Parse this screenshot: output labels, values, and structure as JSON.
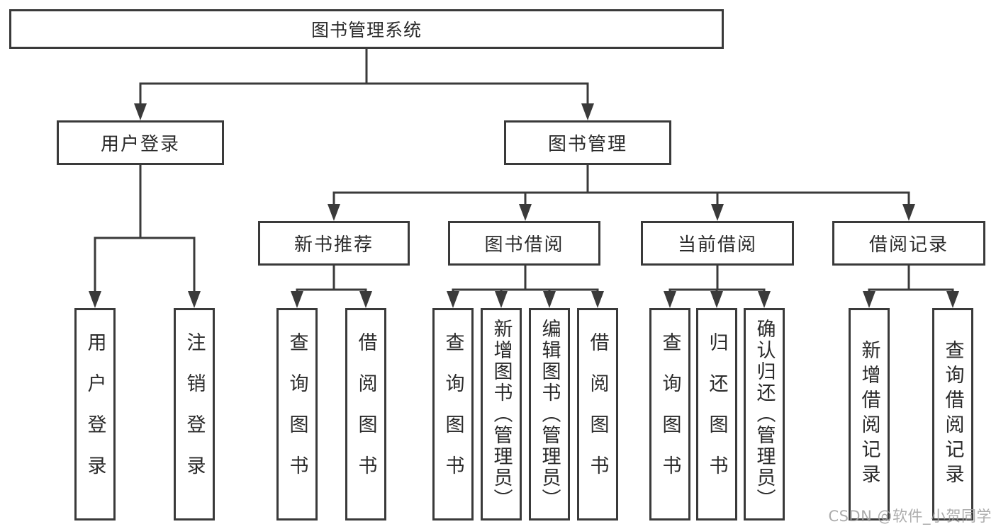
{
  "diagram": {
    "root": "图书管理系统",
    "level2": {
      "user_login": "用户登录",
      "book_mgmt": "图书管理"
    },
    "level3": {
      "new_books": "新书推荐",
      "borrowing": "图书借阅",
      "current": "当前借阅",
      "records": "借阅记录"
    },
    "leaves": {
      "user_login": [
        "用户登录",
        "注销登录"
      ],
      "new_books": [
        "查询图书",
        "借阅图书"
      ],
      "borrowing": [
        "查询图书",
        "新增图书（管理员）",
        "编辑图书（管理员）",
        "借阅图书"
      ],
      "current": [
        "查询图书",
        "归还图书",
        "确认归还（管理员）"
      ],
      "records": [
        "新增借阅记录",
        "查询借阅记录"
      ]
    }
  },
  "watermark": "CSDN @软件_小贺同学",
  "colors": {
    "background": "#ffffff",
    "line": "#3a3a3a",
    "node_border": "#3a3a3a",
    "node_fill": "#ffffff",
    "text": "#2b2b2b",
    "watermark": "#9e9e9e"
  }
}
